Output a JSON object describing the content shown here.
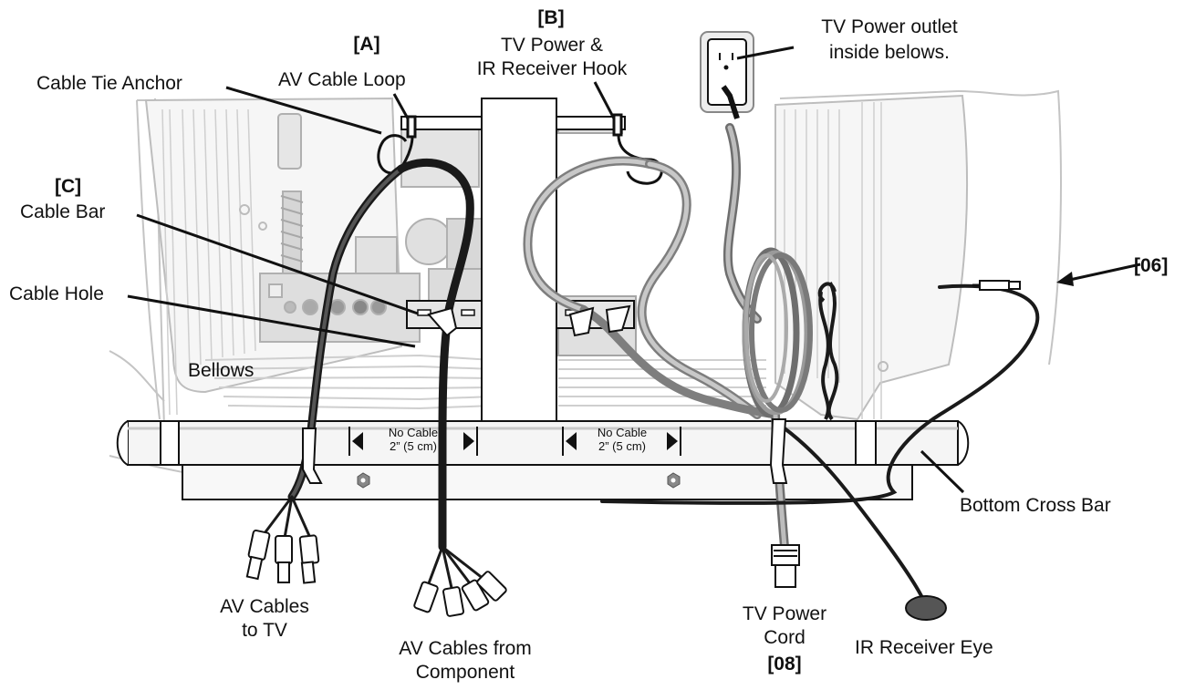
{
  "labels": {
    "cable_tie_anchor": "Cable Tie Anchor",
    "a_tag": "[A]",
    "av_cable_loop": "AV Cable Loop",
    "b_tag": "[B]",
    "tv_power_hook_1": "TV Power &",
    "tv_power_hook_2": "IR Receiver Hook",
    "tv_outlet_1": "TV Power outlet",
    "tv_outlet_2": "inside belows.",
    "c_tag": "[C]",
    "cable_bar": "Cable Bar",
    "cable_hole": "Cable Hole",
    "bellows": "Bellows",
    "tag_06": "[06]",
    "no_cable_left_1": "No Cable",
    "no_cable_left_2": "2” (5 cm)",
    "no_cable_right_1": "No Cable",
    "no_cable_right_2": "2” (5 cm)",
    "bottom_cross_bar": "Bottom Cross Bar",
    "av_to_tv_1": "AV Cables",
    "av_to_tv_2": "to TV",
    "av_from_comp_1": "AV Cables from",
    "av_from_comp_2": "Component",
    "tv_power_cord_1": "TV Power",
    "tv_power_cord_2": "Cord",
    "tag_08": "[08]",
    "ir_receiver_eye": "IR Receiver Eye"
  },
  "colors": {
    "line": "#111111",
    "light_fill": "#e9e9e9",
    "mid_fill": "#cfcfcf",
    "bar_fill": "#f4f4f4",
    "cable_black": "#1a1a1a",
    "cable_gray": "#9a9a9a"
  }
}
